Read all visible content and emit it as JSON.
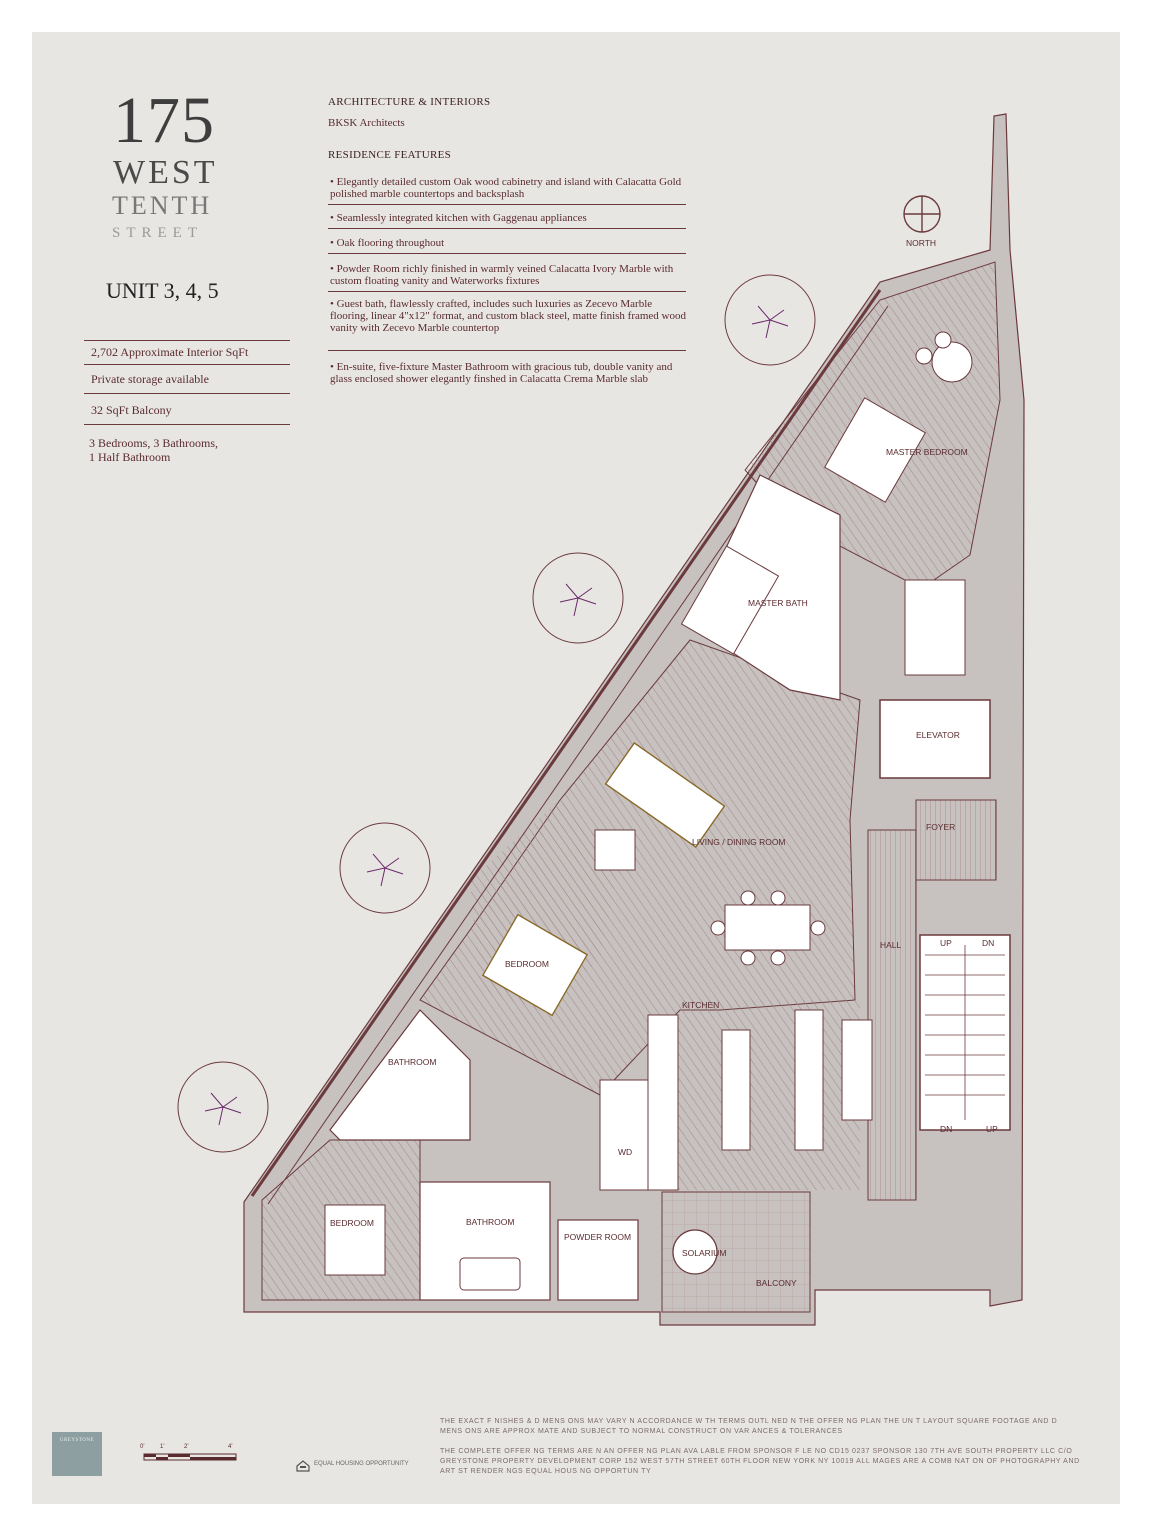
{
  "logo": {
    "number": "175",
    "word1": "WEST",
    "word2": "TENTH",
    "word3": "STREET"
  },
  "unit_title": "UNIT 3, 4, 5",
  "specs": [
    "2,702 Approximate Interior SqFt",
    "Private storage available",
    "32 SqFt Balcony"
  ],
  "rooms_summary": "3 Bedrooms, 3 Bathrooms, 1 Half Bathroom",
  "architecture": {
    "heading": "ARCHITECTURE & INTERIORS",
    "name": "BKSK Architects"
  },
  "features": {
    "heading": "RESIDENCE FEATURES",
    "items": [
      "• Elegantly detailed custom Oak wood cabinetry and island with Calacatta Gold polished marble countertops and backsplash",
      "• Seamlessly integrated kitchen with Gaggenau appliances",
      "• Oak flooring throughout",
      "• Powder Room richly finished in warmly veined Calacatta Ivory Marble with custom floating vanity and Waterworks fixtures",
      "• Guest bath, flawlessly crafted, includes such luxuries as Zecevo Marble flooring, linear 4\"x12\" format, and custom black steel, matte finish framed wood vanity with      Zecevo Marble countertop",
      "• En-suite, five-fixture Master Bathroom with gracious tub, double vanity and glass enclosed shower elegantly finshed in Calacatta Crema Marble slab"
    ]
  },
  "plan": {
    "north": "NORTH",
    "rooms": {
      "master_bedroom": "MASTER BEDROOM",
      "master_bath": "MASTER BATH",
      "elevator": "ELEVATOR",
      "foyer": "FOYER",
      "living_dining": "LIVING / DINING ROOM",
      "hall": "HALL",
      "bedroom_1": "BEDROOM",
      "kitchen": "KITCHEN",
      "bathroom_1": "BATHROOM",
      "wd": "WD",
      "bedroom_2": "BEDROOM",
      "bathroom_2": "BATHROOM",
      "powder_room": "POWDER ROOM",
      "solarium": "SOLARIUM",
      "balcony": "BALCONY"
    },
    "stairs": {
      "up1": "UP",
      "dn1": "DN",
      "dn2": "DN",
      "up2": "UP"
    }
  },
  "disclaimer": {
    "p1": "THE EXACT F NISHES & D MENS ONS MAY VARY N ACCORDANCE W TH TERMS OUTL NED N THE OFFER NG PLAN THE UN T LAYOUT SQUARE FOOTAGE AND D MENS ONS ARE APPROX MATE AND SUBJECT TO NORMAL CONSTRUCT ON VAR ANCES & TOLERANCES",
    "p2": "THE COMPLETE OFFER NG TERMS ARE N AN OFFER NG PLAN AVA LABLE FROM SPONSOR F LE NO CD15 0237 SPONSOR 130 7TH AVE SOUTH PROPERTY LLC C/O GREYSTONE PROPERTY DEVELOPMENT CORP 152 WEST 57TH STREET 60TH FLOOR NEW YORK NY 10019 ALL MAGES ARE A COMB NAT ON OF PHOTOGRAPHY AND ART ST RENDER NGS EQUAL HOUS NG OPPORTUN TY"
  },
  "footer": {
    "greystone": "GREYSTONE",
    "scale_ticks": [
      "0'",
      "1'",
      "2'",
      "4'"
    ],
    "equal_housing": "EQUAL HOUSING OPPORTUNITY"
  }
}
